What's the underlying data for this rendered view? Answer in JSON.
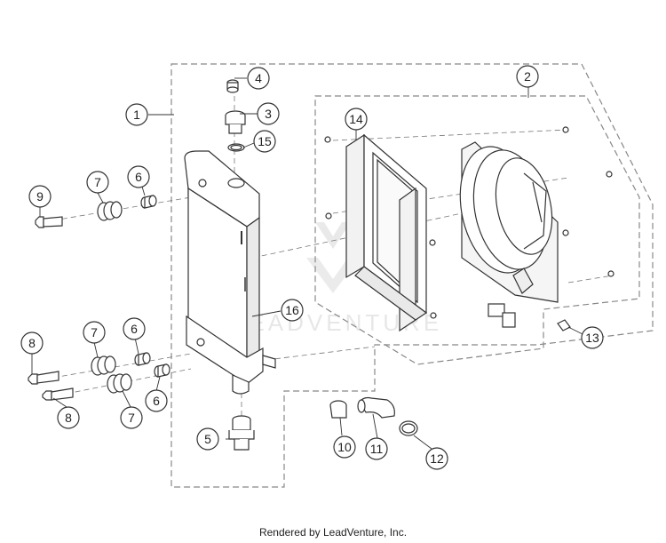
{
  "diagram": {
    "callouts": [
      {
        "id": "1",
        "label": "1"
      },
      {
        "id": "2",
        "label": "2"
      },
      {
        "id": "3",
        "label": "3"
      },
      {
        "id": "4",
        "label": "4"
      },
      {
        "id": "5",
        "label": "5"
      },
      {
        "id": "6a",
        "label": "6"
      },
      {
        "id": "6b",
        "label": "6"
      },
      {
        "id": "6c",
        "label": "6"
      },
      {
        "id": "7a",
        "label": "7"
      },
      {
        "id": "7b",
        "label": "7"
      },
      {
        "id": "7c",
        "label": "7"
      },
      {
        "id": "8a",
        "label": "8"
      },
      {
        "id": "8b",
        "label": "8"
      },
      {
        "id": "9",
        "label": "9"
      },
      {
        "id": "10",
        "label": "10"
      },
      {
        "id": "11",
        "label": "11"
      },
      {
        "id": "12",
        "label": "12"
      },
      {
        "id": "13",
        "label": "13"
      },
      {
        "id": "14",
        "label": "14"
      },
      {
        "id": "15",
        "label": "15"
      },
      {
        "id": "16",
        "label": "16"
      }
    ],
    "watermark": "LEADVENTURE"
  },
  "footer": {
    "text": "Rendered by LeadVenture, Inc."
  }
}
